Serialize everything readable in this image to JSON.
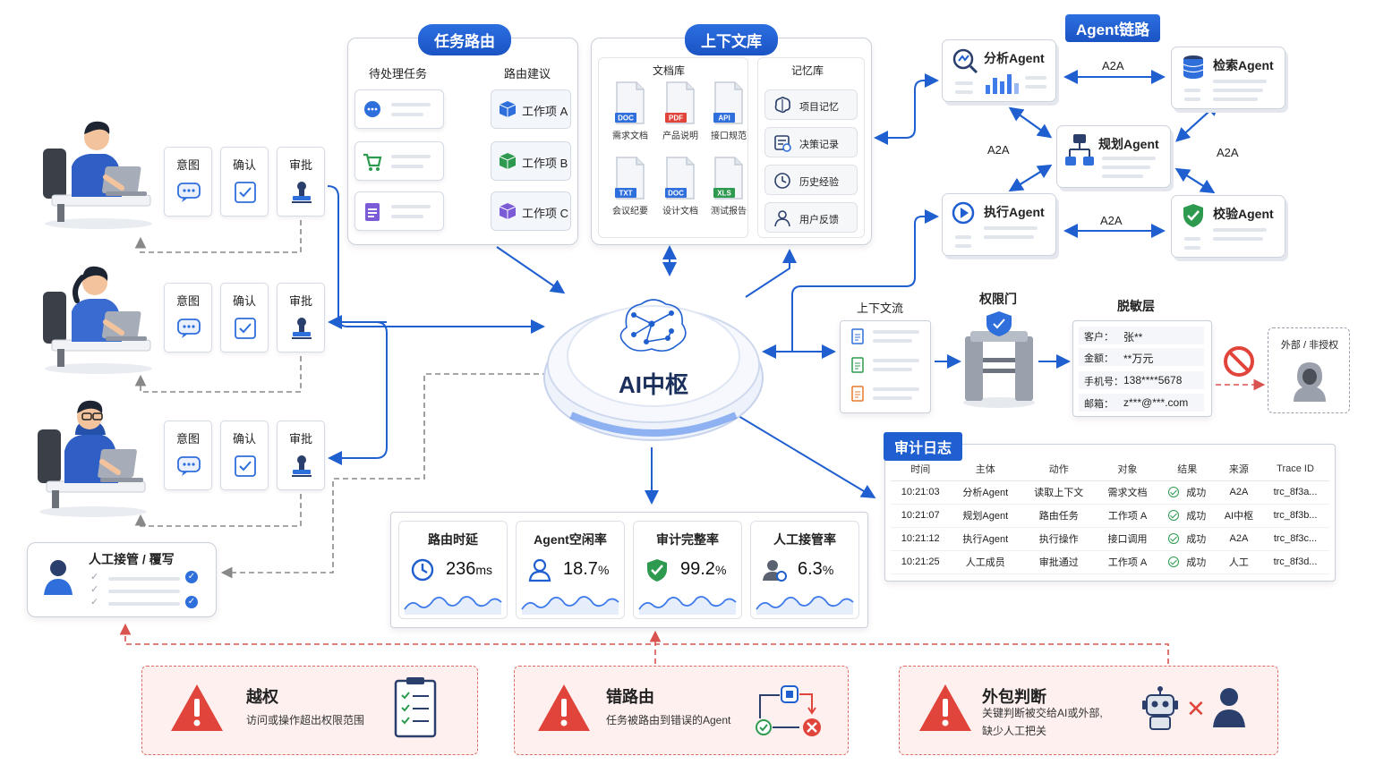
{
  "task_routing": {
    "title": "任务路由",
    "pending_label": "待处理任务",
    "suggest_label": "路由建议",
    "routes": [
      "工作项 A",
      "工作项 B",
      "工作项 C"
    ]
  },
  "context_lib": {
    "title": "上下文库",
    "doc_label": "文档库",
    "memory_label": "记忆库",
    "docs": [
      {
        "tag": "DOC",
        "tag_color": "#2f6fdc",
        "name": "需求文档"
      },
      {
        "tag": "PDF",
        "tag_color": "#e0443a",
        "name": "产品说明"
      },
      {
        "tag": "API",
        "tag_color": "#2f6fdc",
        "name": "接口规范"
      },
      {
        "tag": "TXT",
        "tag_color": "#2f6fdc",
        "name": "会议纪要"
      },
      {
        "tag": "DOC",
        "tag_color": "#2f6fdc",
        "name": "设计文档"
      },
      {
        "tag": "XLS",
        "tag_color": "#2e9a4f",
        "name": "测试报告"
      }
    ],
    "memories": [
      "项目记忆",
      "决策记录",
      "历史经验",
      "用户反馈"
    ]
  },
  "agent_chain": {
    "title": "Agent链路",
    "agents": {
      "analyze": "分析Agent",
      "search": "检索Agent",
      "plan": "规划Agent",
      "execute": "执行Agent",
      "verify": "校验Agent"
    },
    "link_label": "A2A"
  },
  "users": {
    "step_labels": [
      "意图",
      "确认",
      "审批"
    ]
  },
  "manual_takeover": "人工接管 / 覆写",
  "hub_label": "AI中枢",
  "pipeline": {
    "context_flow": "上下文流",
    "permission_gate": "权限门",
    "masking_layer": "脱敏层",
    "masked_fields": [
      {
        "k": "客户：",
        "v": "张**"
      },
      {
        "k": "金额：",
        "v": "**万元"
      },
      {
        "k": "手机号：",
        "v": "138****5678"
      },
      {
        "k": "邮箱：",
        "v": "z***@***.com"
      }
    ],
    "external_label": "外部 / 非授权"
  },
  "metrics": [
    {
      "title": "路由时延",
      "value": "236",
      "unit": "ms",
      "icon": "clock-icon"
    },
    {
      "title": "Agent空闲率",
      "value": "18.7",
      "unit": "%",
      "icon": "user-icon"
    },
    {
      "title": "审计完整率",
      "value": "99.2",
      "unit": "%",
      "icon": "shield-check-icon"
    },
    {
      "title": "人工接管率",
      "value": "6.3",
      "unit": "%",
      "icon": "user-gear-icon"
    }
  ],
  "audit": {
    "title": "审计日志",
    "headers": [
      "时间",
      "主体",
      "动作",
      "对象",
      "结果",
      "来源",
      "Trace ID"
    ],
    "rows": [
      [
        "10:21:03",
        "分析Agent",
        "读取上下文",
        "需求文档",
        "成功",
        "A2A",
        "trc_8f3a..."
      ],
      [
        "10:21:07",
        "规划Agent",
        "路由任务",
        "工作项 A",
        "成功",
        "AI中枢",
        "trc_8f3b..."
      ],
      [
        "10:21:12",
        "执行Agent",
        "执行操作",
        "接口调用",
        "成功",
        "A2A",
        "trc_8f3c..."
      ],
      [
        "10:21:25",
        "人工成员",
        "审批通过",
        "工作项 A",
        "成功",
        "人工",
        "trc_8f3d..."
      ]
    ]
  },
  "risks": [
    {
      "title": "越权",
      "desc": "访问或操作超出权限范围"
    },
    {
      "title": "错路由",
      "desc": "任务被路由到错误的Agent"
    },
    {
      "title": "外包判断",
      "desc1": "关键判断被交给AI或外部,",
      "desc2": "缺少人工把关"
    }
  ],
  "colors": {
    "accent": "#1f5fd0",
    "risk": "#e0443a",
    "ok": "#2e9a4f"
  }
}
